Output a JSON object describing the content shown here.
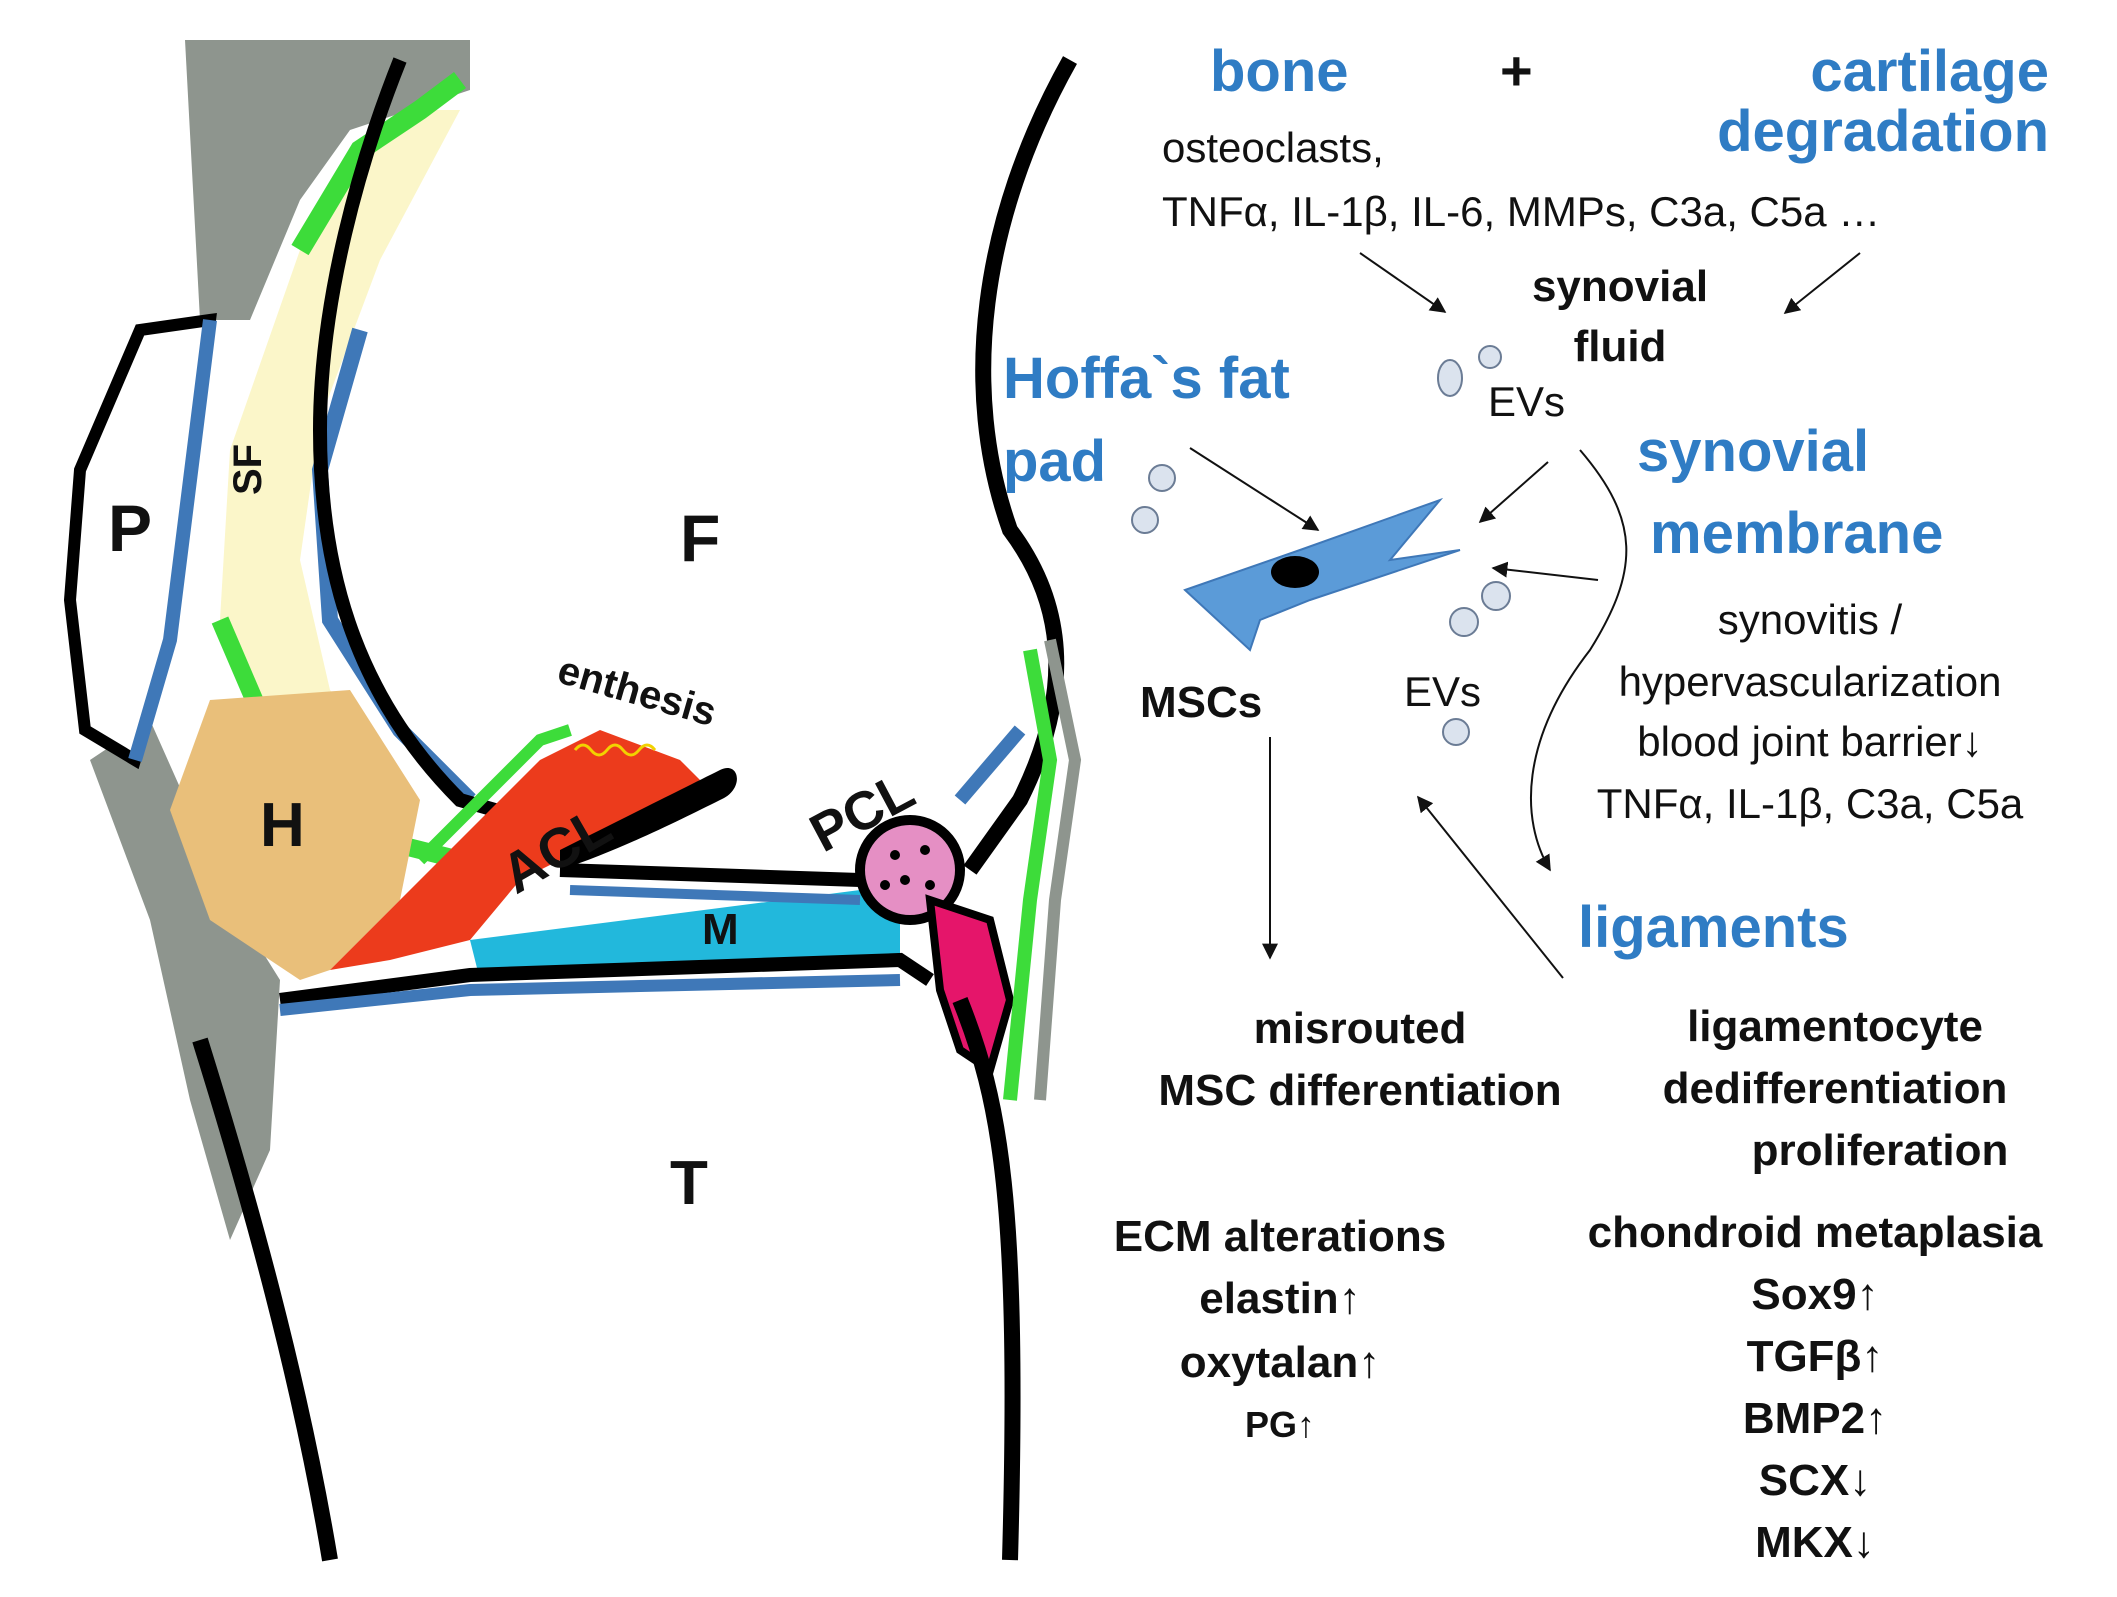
{
  "colors": {
    "bone_outline": "#000000",
    "blue_membrane": "#3f78b8",
    "green": "#3ddc3a",
    "synovial_fluid": "#fbf6c9",
    "hoffa": "#e9bf7a",
    "acl": "#ec3b1c",
    "meniscus": "#22b8dc",
    "pcl_pink": "#e58fc4",
    "magenta": "#e5156a",
    "tendon_gray": "#8e958e",
    "heading_blue": "#2f7cc4",
    "vesicle": "#dbe3ee",
    "msc": "#5b9bd8"
  },
  "anatomy": {
    "P": "P",
    "SF": "SF",
    "F": "F",
    "H": "H",
    "ACL": "ACL",
    "enthesis": "enthesis",
    "PCL": "PCL",
    "M": "M",
    "T": "T"
  },
  "headings": {
    "bone": "bone",
    "plus": "+",
    "cartilage_1": "cartilage",
    "cartilage_2": "degradation",
    "hoffa_1": "Hoffa`s fat",
    "hoffa_2": "pad",
    "synovial_membrane_1": "synovial",
    "synovial_membrane_2": "membrane",
    "ligaments": "ligaments"
  },
  "mediators": {
    "line1": "osteoclasts,",
    "line2": "TNFα, IL-1β, IL-6, MMPs, C3a, C5a …"
  },
  "synovial_fluid": {
    "line1": "synovial",
    "line2": "fluid"
  },
  "evs_upper": "EVs",
  "evs_lower": "EVs",
  "mscs": "MSCs",
  "synovitis": {
    "line1": "synovitis /",
    "line2": "hypervascularization",
    "line3": "blood joint barrier↓",
    "line4": "TNFα, IL-1β, C3a, C5a"
  },
  "misrouted": {
    "line1": "misrouted",
    "line2": "MSC differentiation"
  },
  "ligamentocyte": {
    "line1": "ligamentocyte",
    "line2": "dedifferentiation",
    "line3": "proliferation"
  },
  "ecm": {
    "line1": "ECM alterations",
    "line2": "elastin↑",
    "line3": "oxytalan↑",
    "line4": "PG↑"
  },
  "chondroid": {
    "line1": "chondroid metaplasia",
    "line2": "Sox9↑",
    "line3": "TGFβ↑",
    "line4": "BMP2↑",
    "line5": "SCX↓",
    "line6": "MKX↓"
  }
}
